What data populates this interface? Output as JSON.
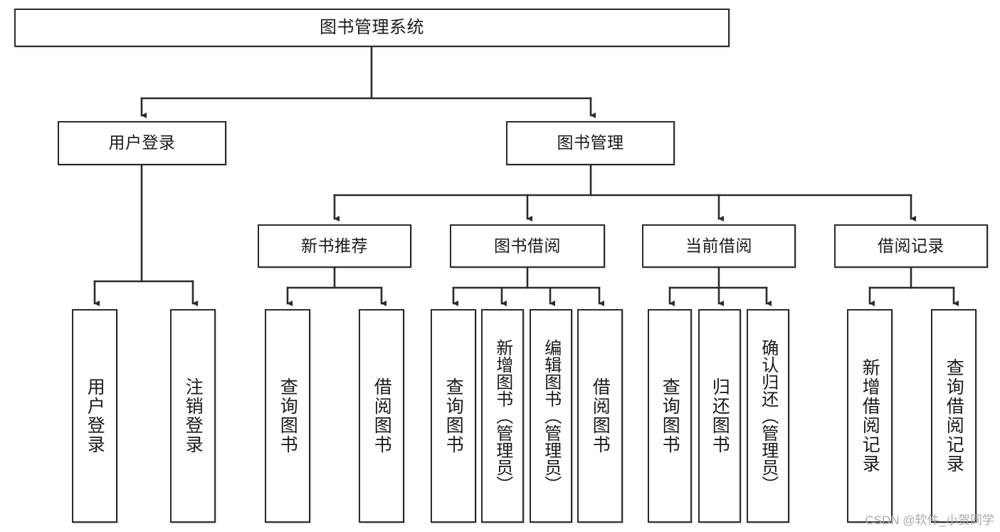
{
  "diagram": {
    "title": "图书管理系统",
    "type": "tree",
    "watermark": "CSDN @软件_小贺同学",
    "stroke_color": "#2b2b2b",
    "fill_color": "#ffffff",
    "text_color": "#1a1a1a",
    "watermark_color": "#a9a9a9"
  },
  "nodes": {
    "root": {
      "label": "图书管理系统",
      "level": 0
    },
    "level1": [
      {
        "id": "user-login",
        "label": "用户登录",
        "level": 1
      },
      {
        "id": "book-manage",
        "label": "图书管理",
        "level": 1
      }
    ],
    "level2": [
      {
        "id": "new-book-recommend",
        "label": "新书推荐",
        "level": 2,
        "parent": "book-manage"
      },
      {
        "id": "book-borrow",
        "label": "图书借阅",
        "level": 2,
        "parent": "book-manage"
      },
      {
        "id": "current-borrow",
        "label": "当前借阅",
        "level": 2,
        "parent": "book-manage"
      },
      {
        "id": "borrow-record",
        "label": "借阅记录",
        "level": 2,
        "parent": "book-manage"
      }
    ],
    "leaves": [
      {
        "id": "leaf-user-login",
        "label": "用户登录",
        "parent": "user-login"
      },
      {
        "id": "leaf-logout",
        "label": "注销登录",
        "parent": "user-login"
      },
      {
        "id": "leaf-query-book-1",
        "label": "查询图书",
        "parent": "new-book-recommend"
      },
      {
        "id": "leaf-borrow-book-1",
        "label": "借阅图书",
        "parent": "new-book-recommend"
      },
      {
        "id": "leaf-query-book-2",
        "label": "查询图书",
        "parent": "book-borrow"
      },
      {
        "id": "leaf-add-book",
        "label": "新增图书（管理员）",
        "parent": "book-borrow"
      },
      {
        "id": "leaf-edit-book",
        "label": "编辑图书（管理员）",
        "parent": "book-borrow"
      },
      {
        "id": "leaf-borrow-book-2",
        "label": "借阅图书",
        "parent": "book-borrow"
      },
      {
        "id": "leaf-query-book-3",
        "label": "查询图书",
        "parent": "current-borrow"
      },
      {
        "id": "leaf-return-book",
        "label": "归还图书",
        "parent": "current-borrow"
      },
      {
        "id": "leaf-confirm-return",
        "label": "确认归还（管理员）",
        "parent": "current-borrow"
      },
      {
        "id": "leaf-add-record",
        "label": "新增借阅记录",
        "parent": "borrow-record"
      },
      {
        "id": "leaf-query-record",
        "label": "查询借阅记录",
        "parent": "borrow-record"
      }
    ]
  }
}
